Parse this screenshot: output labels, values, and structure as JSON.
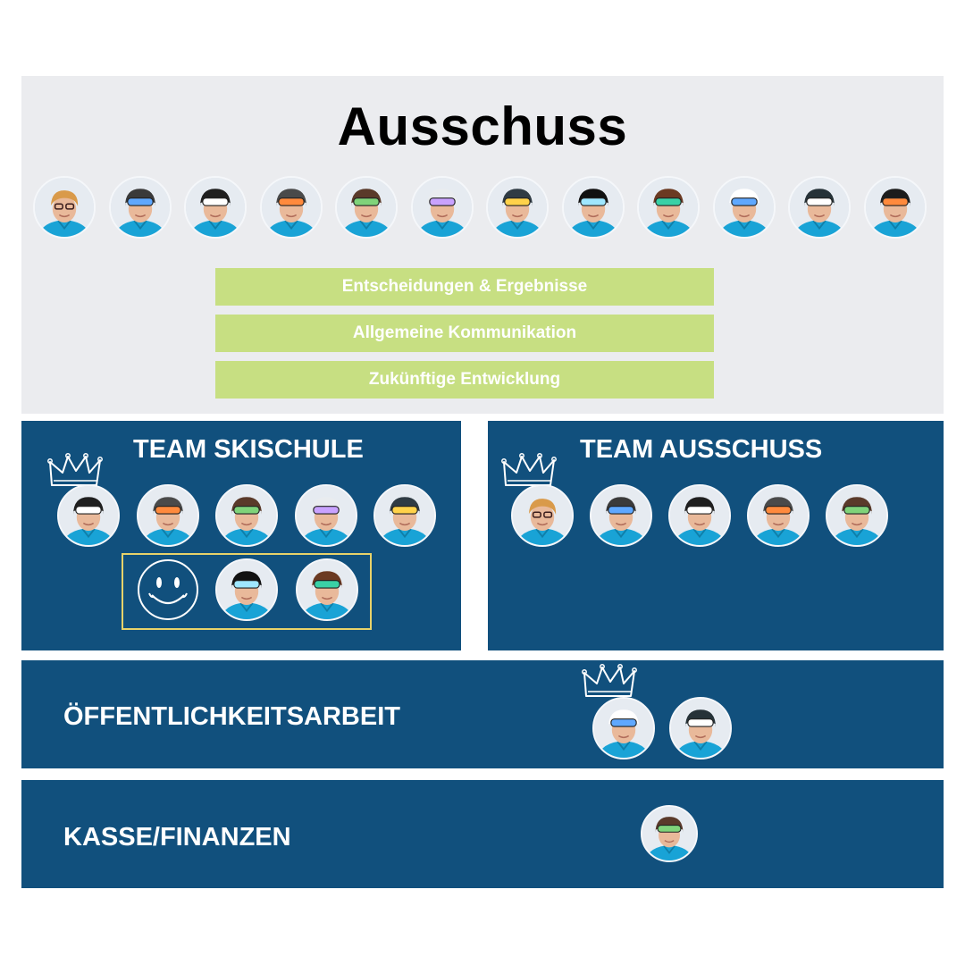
{
  "ausschuss": {
    "title": "Ausschuss",
    "member_count": 12,
    "topics": [
      "Entscheidungen & Ergebnisse",
      "Allgemeine Kommunikation",
      "Zukünftige Entwicklung"
    ]
  },
  "team_skischule": {
    "title": "TEAM SKISCHULE",
    "member_count": 5,
    "new_member_count": 2,
    "open_slot_icon": "smiley-icon",
    "leader_icon": "crown-icon"
  },
  "team_ausschuss": {
    "title": "TEAM AUSSCHUSS",
    "member_count": 5,
    "leader_icon": "crown-icon"
  },
  "oeffentlichkeitsarbeit": {
    "title": "ÖFFENTLICHKEITSARBEIT",
    "member_count": 2,
    "leader_icon": "crown-icon"
  },
  "kasse": {
    "title": "KASSE/FINANZEN",
    "member_count": 1
  },
  "colors": {
    "panel_gray": "#ebecef",
    "navy": "#11507d",
    "pill_green": "#c7df82",
    "jacket_blue": "#19a3d6",
    "highlight_yellow": "#e8d26a"
  }
}
